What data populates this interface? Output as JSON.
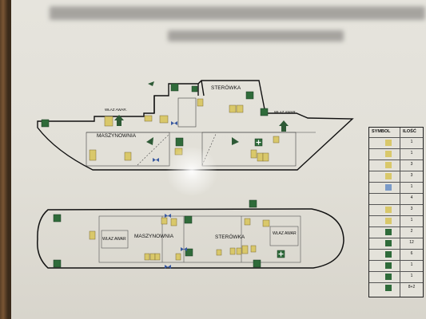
{
  "top_view": {
    "label_bridge": "STERÓWKA",
    "label_engine": "MASZYNOWNIA",
    "label_hatch_left": "WŁAZ AWAR.",
    "label_hatch_right": "WŁAZ AWAR."
  },
  "plan_view": {
    "label_hatch_left": "WŁAZ AWAR",
    "label_engine": "MASZYNOWNIA",
    "label_bridge": "STERÓWKA",
    "label_hatch_right": "WŁAZ AWAR"
  },
  "legend": {
    "header_symbol": "SYMBOL",
    "header_qty": "ILOŚĆ",
    "rows": [
      {
        "icon": "yellow-box-icon",
        "qty": "1"
      },
      {
        "icon": "yellow-box-icon",
        "qty": "1"
      },
      {
        "icon": "yellow-box-icon",
        "qty": "3"
      },
      {
        "icon": "yellow-box-icon",
        "qty": "3"
      },
      {
        "icon": "blue-box-icon",
        "qty": "1"
      },
      {
        "icon": "bowtie-icon",
        "qty": "4"
      },
      {
        "icon": "yellow-box-icon",
        "qty": "3"
      },
      {
        "icon": "yellow-box-icon",
        "qty": "1"
      },
      {
        "icon": "green-sign-icon",
        "qty": "2"
      },
      {
        "icon": "green-sign-icon",
        "qty": "12"
      },
      {
        "icon": "green-sign-icon",
        "qty": "6"
      },
      {
        "icon": "green-sign-icon",
        "qty": "1"
      },
      {
        "icon": "green-sign-icon",
        "qty": "1"
      },
      {
        "icon": "green-sign-icon",
        "qty": "8+2"
      }
    ]
  },
  "colors": {
    "sign_green": "#2f6b3a",
    "box_yellow": "#d9c86a",
    "board": "#e4e2da",
    "line": "#111111"
  }
}
